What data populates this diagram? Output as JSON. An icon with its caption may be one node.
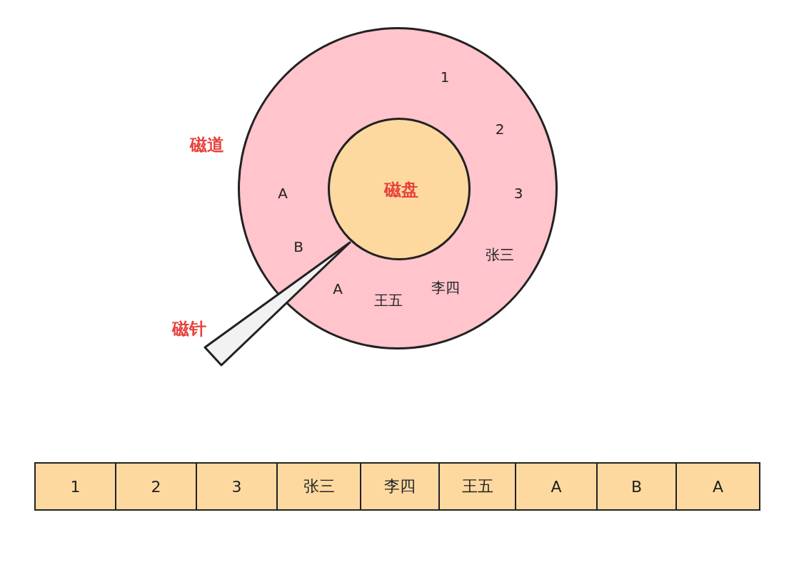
{
  "diagram": {
    "nodes": [
      {
        "text": [
          "1",
          "2",
          "3",
          "张三",
          "李四",
          "王五",
          "A",
          "B",
          "A"
        ],
        "beside": [
          "磁道"
        ]
      },
      {
        "text": [
          "磁盘"
        ],
        "in": 0
      },
      {
        "text": [],
        "shape": "wedge",
        "beside": [
          "磁针"
        ]
      },
      {
        "text": [
          "1"
        ]
      },
      {
        "text": [
          "2"
        ]
      },
      {
        "text": [
          "3"
        ]
      },
      {
        "text": [
          "张三"
        ]
      },
      {
        "text": [
          "李四"
        ]
      },
      {
        "text": [
          "王五"
        ]
      },
      {
        "text": [
          "A"
        ]
      },
      {
        "text": [
          "B"
        ]
      },
      {
        "text": [
          "A"
        ]
      }
    ],
    "edges": []
  }
}
